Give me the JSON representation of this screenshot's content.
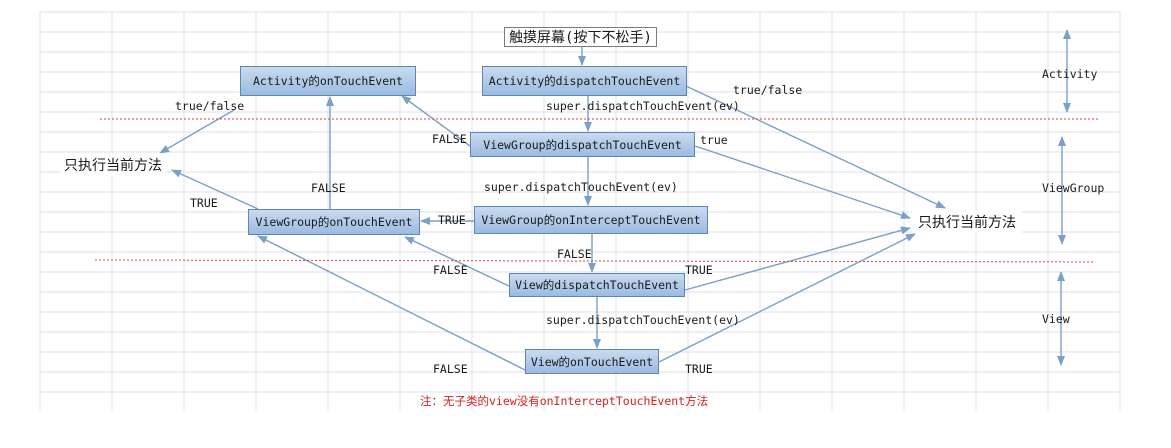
{
  "nodes": {
    "touch": "触摸屏幕(按下不松手)",
    "activity_dispatch": "Activity的dispatchTouchEvent",
    "activity_ontouch": "Activity的onTouchEvent",
    "vg_dispatch": "ViewGroup的dispatchTouchEvent",
    "vg_intercept": "ViewGroup的onInterceptTouchEvent",
    "vg_ontouch": "ViewGroup的onTouchEvent",
    "view_dispatch": "View的dispatchTouchEvent",
    "view_ontouch": "View的onTouchEvent",
    "only_left": "只执行当前方法",
    "only_right": "只执行当前方法"
  },
  "labels": {
    "tf_left": "true/false",
    "tf_right": "true/false",
    "super1": "super.dispatchTouchEvent(ev)",
    "super2": "super.dispatchTouchEvent(ev)",
    "super3": "super.dispatchTouchEvent(ev)",
    "false_vg": "FALSE",
    "true_vg": "true",
    "false_up": "FALSE",
    "true_left": "TRUE",
    "true_intercept": "TRUE",
    "false_intercept": "FALSE",
    "false_view": "FALSE",
    "true_view": "TRUE",
    "false_bottom": "FALSE",
    "true_bottom": "TRUE"
  },
  "sections": {
    "activity": "Activity",
    "viewgroup": "ViewGroup",
    "view": "View"
  },
  "note": "注：无子类的view没有onInterceptTouchEvent方法",
  "colors": {
    "arrow": "#7b9fc8",
    "divider": "#e04040",
    "grid": "#dde2e8",
    "node_fill": "#b3cbe8"
  }
}
